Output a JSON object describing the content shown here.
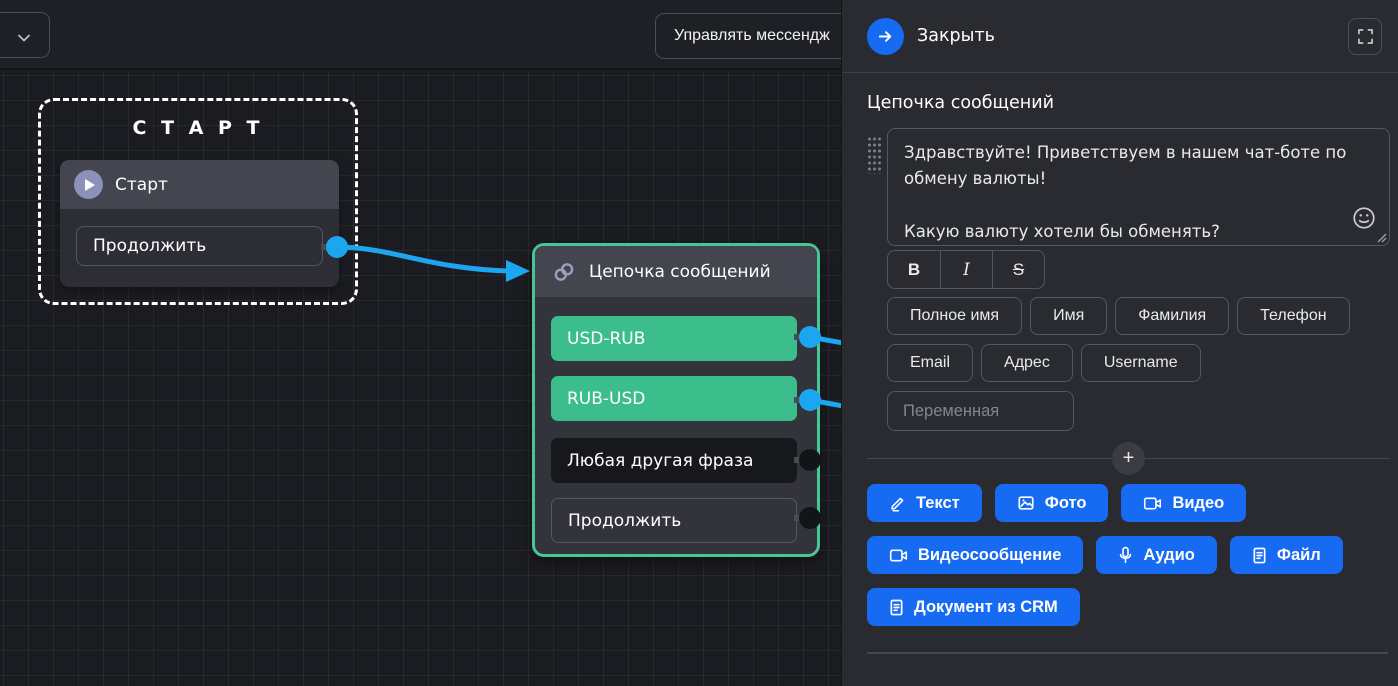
{
  "topbar": {
    "manage_button": "Управлять мессендж"
  },
  "canvas": {
    "start_group": {
      "title": "С Т А Р Т",
      "node_title": "Старт",
      "continue_button": "Продолжить"
    },
    "chain_node": {
      "title": "Цепочка сообщений",
      "buttons": [
        "USD-RUB",
        "RUB-USD",
        "Любая другая фраза",
        "Продолжить"
      ]
    }
  },
  "panel": {
    "close_label": "Закрыть",
    "section_title": "Цепочка сообщений",
    "message_text": "Здравствуйте! Приветствуем в нашем чат-боте по обмену валюты!\n\nКакую валюту хотели бы обменять?",
    "format_buttons": [
      "B",
      "I",
      "S"
    ],
    "variable_chips": [
      "Полное имя",
      "Имя",
      "Фамилия",
      "Телефон",
      "Email",
      "Адрес",
      "Username"
    ],
    "variable_placeholder": "Переменная",
    "add_button_label": "+",
    "attachments": [
      {
        "icon": "pencil-icon",
        "label": "Текст"
      },
      {
        "icon": "photo-icon",
        "label": "Фото"
      },
      {
        "icon": "video-icon",
        "label": "Видео"
      },
      {
        "icon": "video-message-icon",
        "label": "Видеосообщение"
      },
      {
        "icon": "microphone-icon",
        "label": "Аудио"
      },
      {
        "icon": "file-icon",
        "label": "Файл"
      },
      {
        "icon": "document-icon",
        "label": "Документ из CRM"
      }
    ]
  },
  "colors": {
    "wire_blue": "#1ca6f0",
    "action_blue": "#176af2",
    "node_green": "#3cbd8c",
    "node_green_border": "#46c694",
    "panel_bg": "#2a2b31",
    "canvas_bg": "#1b1c21"
  }
}
